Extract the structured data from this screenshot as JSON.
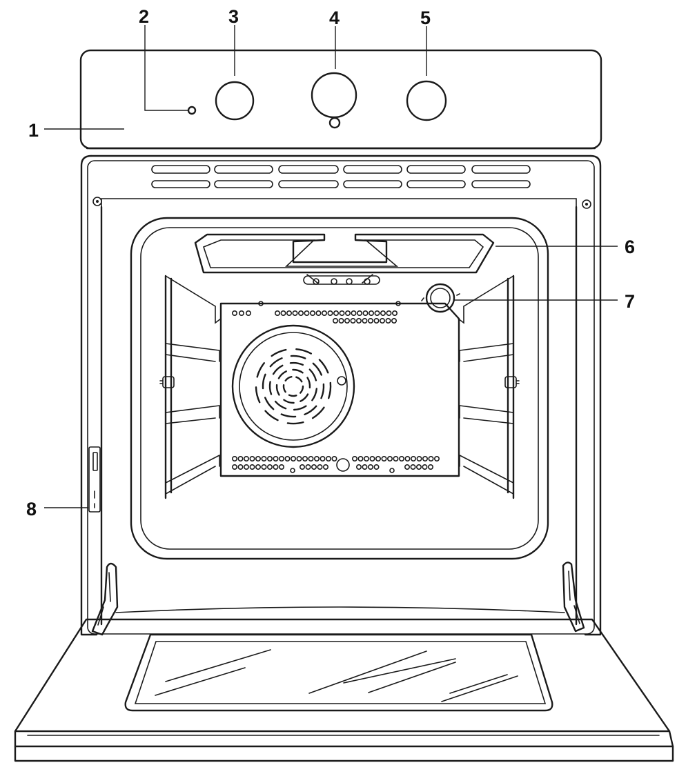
{
  "callouts": [
    {
      "id": "1",
      "label": "1"
    },
    {
      "id": "2",
      "label": "2"
    },
    {
      "id": "3",
      "label": "3"
    },
    {
      "id": "4",
      "label": "4"
    },
    {
      "id": "5",
      "label": "5"
    },
    {
      "id": "6",
      "label": "6"
    },
    {
      "id": "7",
      "label": "7"
    },
    {
      "id": "8",
      "label": "8"
    }
  ],
  "colors": {
    "line": "#1a1a1a",
    "background": "#ffffff"
  },
  "icons": [
    "control-knob-icon",
    "indicator-light-icon",
    "fan-icon",
    "grill-element-icon",
    "oven-lamp-icon"
  ]
}
